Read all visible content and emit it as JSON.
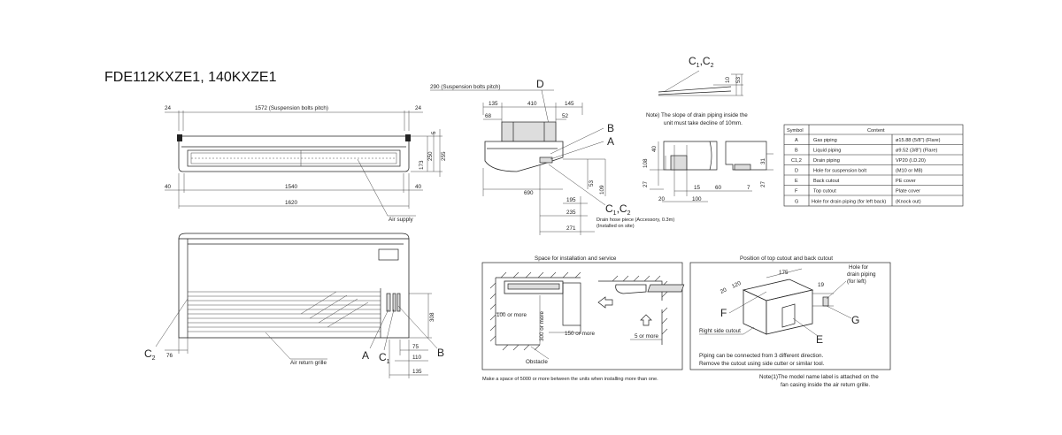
{
  "title": "FDE112KXZE1, 140KXZE1",
  "front": {
    "d_24_left": "24",
    "d_1572": "1572 (Suspension bolts pitch)",
    "d_24_right": "24",
    "d_5": "5",
    "d_173": "173",
    "d_250": "250",
    "d_255": "255",
    "d_40_left": "40",
    "d_1540": "1540",
    "d_40_right": "40",
    "d_1620": "1620",
    "air_supply": "Air supply"
  },
  "bottom": {
    "c2": "C",
    "c2_sub": "2",
    "d_76": "76",
    "air_return": "Air return grille",
    "a": "A",
    "c1": "C",
    "c1_sub": "1",
    "b": "B",
    "d_308": "308",
    "d_75": "75",
    "d_110": "110",
    "d_135": "135"
  },
  "side": {
    "d_290": "290 (Suspension bolts pitch)",
    "label_d": "D",
    "d_135": "135",
    "d_410": "410",
    "d_145": "145",
    "d_68": "68",
    "d_52": "52",
    "label_b": "B",
    "label_a": "A",
    "d_690": "690",
    "d_53": "53",
    "d_109": "109",
    "label_c": "C",
    "label_c_sub1": "1",
    "label_c_comma": ",C",
    "label_c_sub2": "2",
    "d_195": "195",
    "d_235": "235",
    "d_271": "271",
    "drain_hose1": "Drain hose piece (Accessory, 0.3m)",
    "drain_hose2": "(Installed on site)"
  },
  "slope": {
    "label_c": "C",
    "label_c_sub1": "1",
    "label_c_comma": ",C",
    "label_c_sub2": "2",
    "d_10": "10",
    "d_53": "53",
    "note1": "Note) The slope of drain piping inside the",
    "note2": "unit must take decline of 10mm."
  },
  "detail": {
    "d_40": "40",
    "d_108": "108",
    "d_27_left": "27",
    "d_20": "20",
    "d_15": "15",
    "d_100": "100",
    "d_60": "60",
    "d_7": "7",
    "d_31": "31",
    "d_27_right": "27"
  },
  "legend_table": {
    "headers": [
      "Symbol",
      "Content"
    ],
    "rows": [
      [
        "A",
        "Gas piping",
        "ø15.88 (5/8\") (Flare)"
      ],
      [
        "B",
        "Liquid piping",
        "ø9.52 (3/8\") (Flare)"
      ],
      [
        "C1,2",
        "Drain piping",
        "VP20 (I.D.20)"
      ],
      [
        "D",
        "Hole for suspension bolt",
        "(M10 or M8)"
      ],
      [
        "E",
        "Back cutout",
        "PE cover"
      ],
      [
        "F",
        "Top cutout",
        "Plate cover"
      ],
      [
        "G",
        "Hole for drain piping (for left back)",
        "(Knock out)"
      ]
    ]
  },
  "space": {
    "title": "Space for installation and service",
    "d_100": "100 or more",
    "d_300": "300 or more",
    "d_150": "150 or more",
    "d_5": "5 or more",
    "obstacle": "Obstacle",
    "note": "Make a space of 5000 or more between the units when installing more than one."
  },
  "cutout": {
    "title": "Position of top cutout and back cutout",
    "d_175": "175",
    "d_20": "20",
    "d_120": "120",
    "d_19": "19",
    "hole1": "Hole for",
    "hole2": "drain piping",
    "hole3": "(for left)",
    "label_f": "F",
    "label_g": "G",
    "label_e": "E",
    "right_side": "Right side cutout",
    "note1": "Piping can be connected from 3 different direction.",
    "note2": "Remove the cutout using side cutter or similar tool.",
    "model_note1": "Note(1)The model name label is attached on the",
    "model_note2": "fan casing inside the air return grille."
  }
}
